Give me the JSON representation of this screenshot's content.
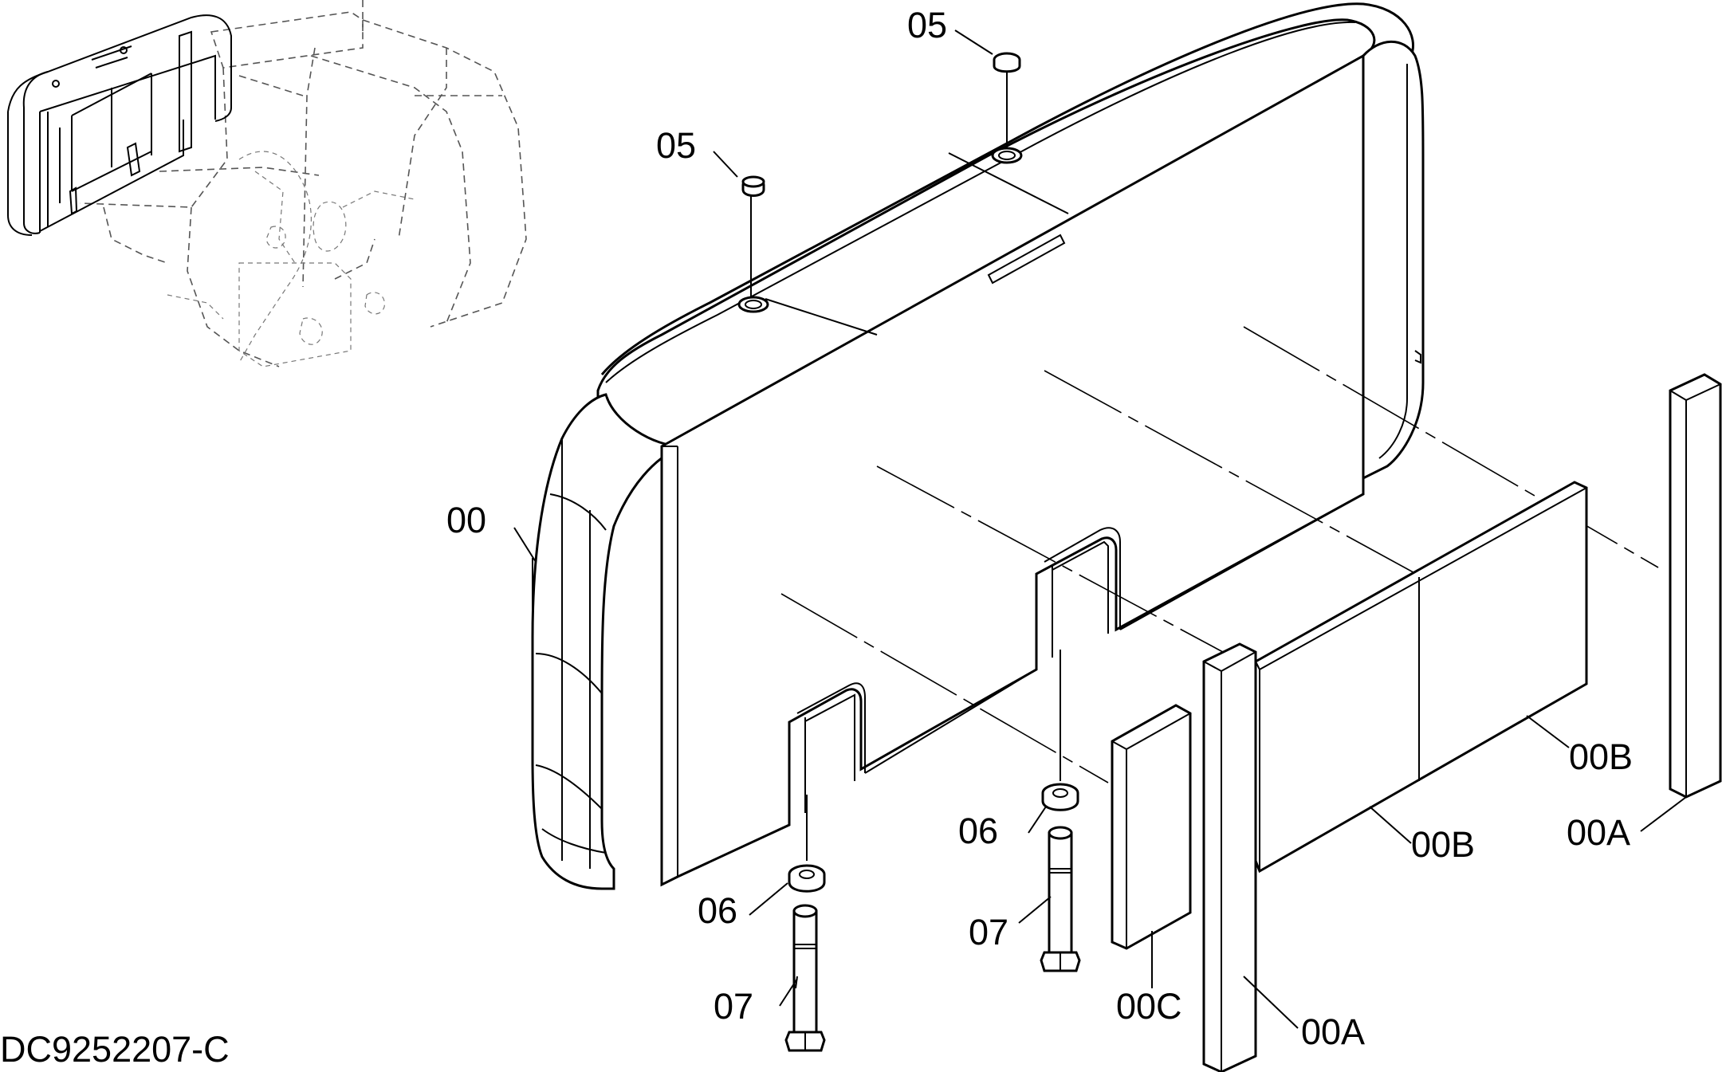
{
  "drawing_number": "DC9252207-C",
  "callouts": {
    "c00": "00",
    "c05a": "05",
    "c05b": "05",
    "c06a": "06",
    "c06b": "06",
    "c07a": "07",
    "c07b": "07",
    "c00a_right": "00A",
    "c00a_bottom": "00A",
    "c00b_upper": "00B",
    "c00b_lower": "00B",
    "c00c": "00C"
  },
  "parts": {
    "main_counterweight": "00",
    "plug": "05",
    "washer": "06",
    "bolt": "07",
    "plate_a": "00A",
    "plate_b": "00B",
    "plate_c": "00C"
  }
}
